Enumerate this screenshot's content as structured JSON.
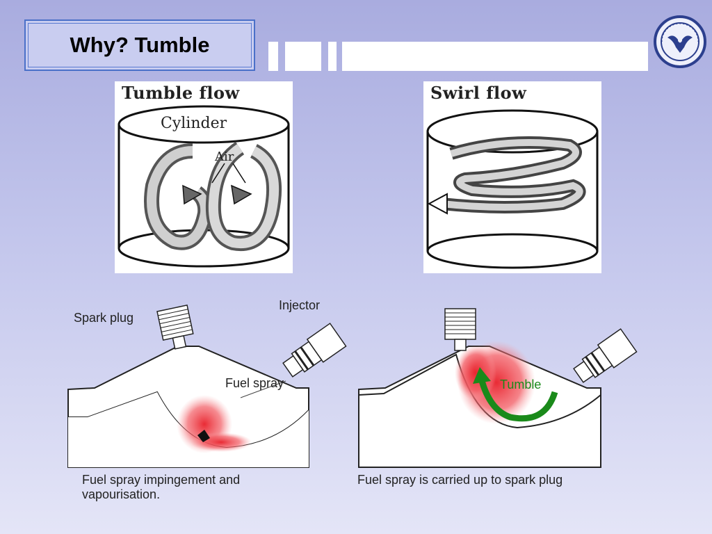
{
  "slide": {
    "title": "Why? Tumble",
    "logo_icon": "university-seal-icon",
    "accent_color": "#4a70c8"
  },
  "tumble_panel": {
    "heading": "Tumble flow",
    "cylinder_label": "Cylinder",
    "air_label": "Air"
  },
  "swirl_panel": {
    "heading": "Swirl flow"
  },
  "left_diagram": {
    "spark_plug_label": "Spark plug",
    "injector_label": "Injector",
    "fuel_spray_label": "Fuel spray",
    "caption_line1": "Fuel spray impingement and",
    "caption_line2": "vapourisation."
  },
  "right_diagram": {
    "tumble_label": "Tumble",
    "caption": "Fuel spray is carried up to spark plug",
    "tumble_color": "#1a8a1a",
    "spray_color": "#e8202a"
  }
}
